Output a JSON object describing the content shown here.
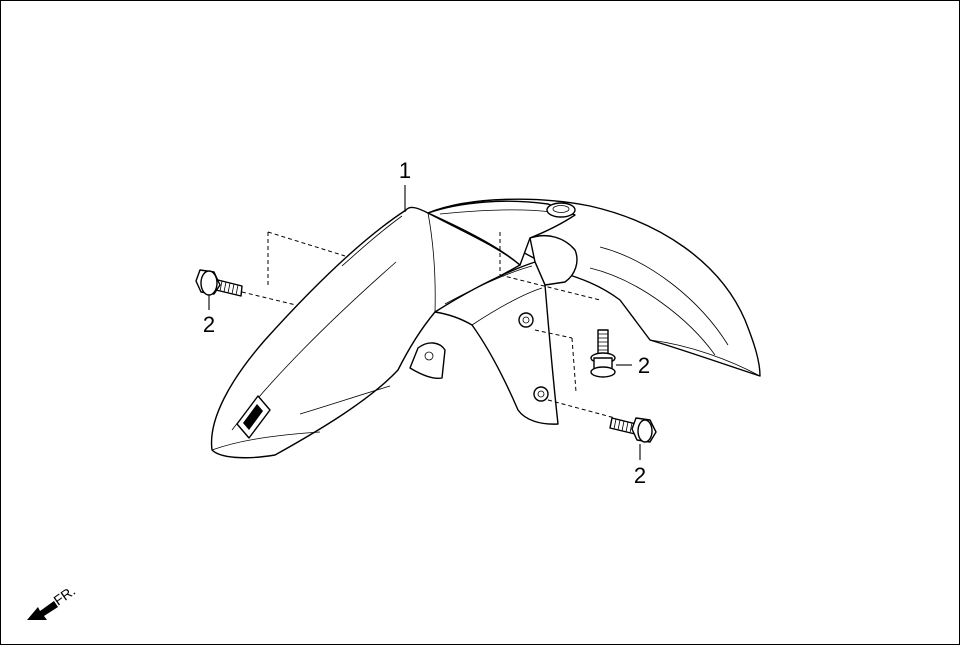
{
  "callouts": [
    {
      "id": "fender",
      "label": "1"
    },
    {
      "id": "bolt-left",
      "label": "2"
    },
    {
      "id": "bolt-middle",
      "label": "2"
    },
    {
      "id": "bolt-lower",
      "label": "2"
    }
  ],
  "direction_indicator": {
    "label": "FR."
  },
  "icons": {
    "front-arrow": "front-direction-arrow-icon"
  }
}
